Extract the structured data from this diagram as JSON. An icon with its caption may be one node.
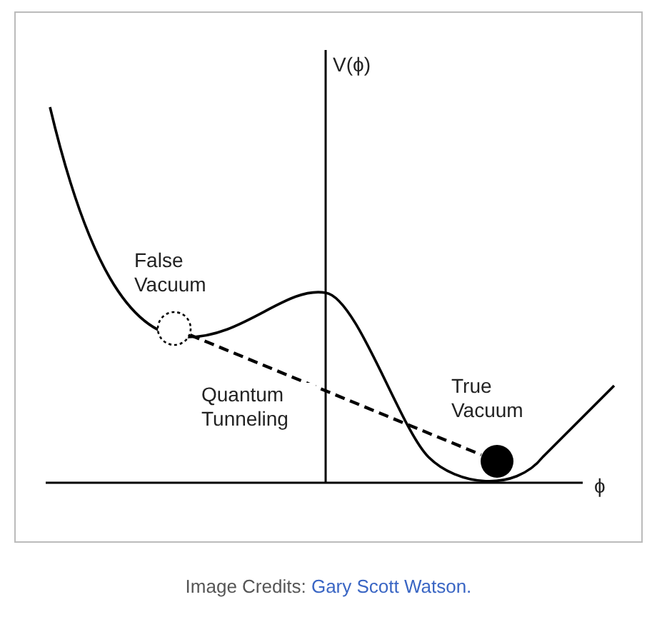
{
  "diagram": {
    "caption": "Image Credits: Gary Scott Watson.",
    "nodes": [
      {
        "text": [],
        "shape": "circle",
        "beside": [
          "False Vacuum"
        ]
      },
      {
        "text": [],
        "shape": "circle",
        "beside": [
          "True Vacuum"
        ]
      }
    ],
    "edges": [
      {
        "from": 0,
        "to": 1,
        "arrow": "none",
        "style": "dashed",
        "label": "Quantum Tunneling"
      }
    ],
    "labels": [
      "V(ϕ)",
      "ϕ"
    ]
  }
}
